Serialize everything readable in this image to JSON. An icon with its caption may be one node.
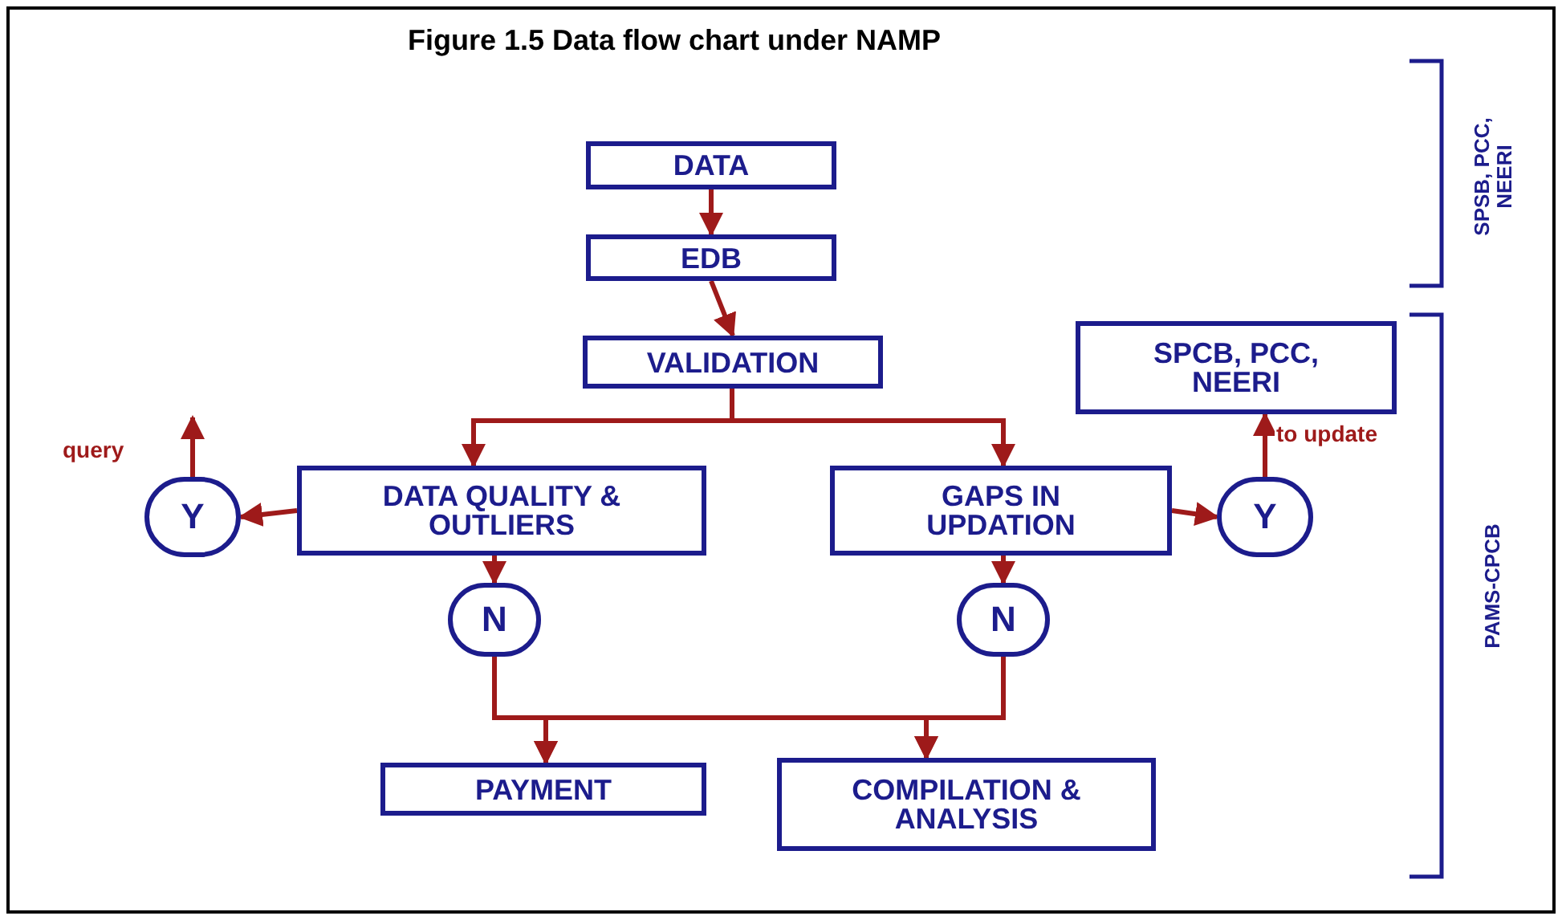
{
  "diagram": {
    "title": "Figure 1.5 Data flow chart under NAMP",
    "nodes": [
      {
        "text": [
          "DATA"
        ]
      },
      {
        "text": [
          "EDB"
        ]
      },
      {
        "text": [
          "VALIDATION"
        ]
      },
      {
        "text": [
          "DATA QUALITY & OUTLIERS"
        ]
      },
      {
        "text": [
          "GAPS IN UPDATION"
        ]
      },
      {
        "text": [
          "Y"
        ]
      },
      {
        "text": [
          "N"
        ]
      },
      {
        "text": [
          "N"
        ]
      },
      {
        "text": [
          "Y"
        ]
      },
      {
        "text": [
          "SPCB, PCC, NEERI"
        ]
      },
      {
        "text": [
          "PAYMENT"
        ]
      },
      {
        "text": [
          "COMPILATION & ANALYSIS"
        ]
      }
    ],
    "edges": [
      {
        "from": 0,
        "to": 1,
        "arrow": "to"
      },
      {
        "from": 1,
        "to": 2,
        "arrow": "to"
      },
      {
        "from": 2,
        "to": 3,
        "arrow": "to"
      },
      {
        "from": 2,
        "to": 4,
        "arrow": "to"
      },
      {
        "from": 3,
        "to": 5,
        "arrow": "to"
      },
      {
        "from": 5,
        "to": null,
        "arrow": "to",
        "label": "query"
      },
      {
        "from": 3,
        "to": 6,
        "arrow": "to"
      },
      {
        "from": 4,
        "to": 7,
        "arrow": "to"
      },
      {
        "from": 4,
        "to": 8,
        "arrow": "to"
      },
      {
        "from": 8,
        "to": 9,
        "arrow": "to",
        "label": "to update"
      },
      {
        "from": 6,
        "to": 10,
        "arrow": "to"
      },
      {
        "from": 6,
        "to": 11,
        "arrow": "to"
      },
      {
        "from": 7,
        "to": 10,
        "arrow": "to"
      },
      {
        "from": 7,
        "to": 11,
        "arrow": "to"
      }
    ],
    "labels": [
      "SPSB, PCC, NEERI",
      "PAMS-CPCB"
    ]
  }
}
